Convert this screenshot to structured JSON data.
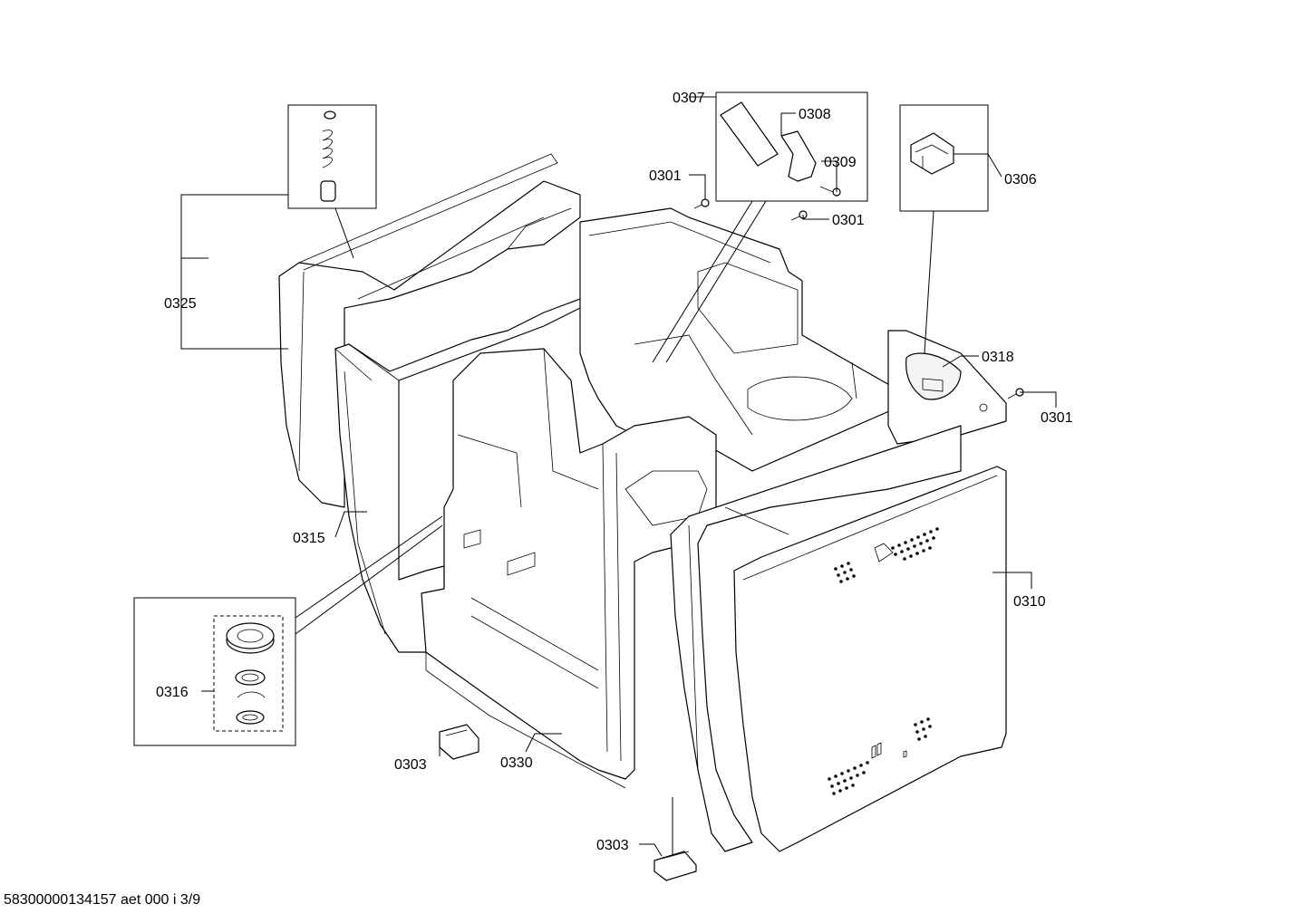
{
  "diagram": {
    "callouts": [
      {
        "id": "c0307",
        "text": "0307"
      },
      {
        "id": "c0308",
        "text": "0308"
      },
      {
        "id": "c0309",
        "text": "0309"
      },
      {
        "id": "c0301a",
        "text": "0301"
      },
      {
        "id": "c0301b",
        "text": "0301"
      },
      {
        "id": "c0301c",
        "text": "0301"
      },
      {
        "id": "c0306",
        "text": "0306"
      },
      {
        "id": "c0325",
        "text": "0325"
      },
      {
        "id": "c0318",
        "text": "0318"
      },
      {
        "id": "c0315",
        "text": "0315"
      },
      {
        "id": "c0310",
        "text": "0310"
      },
      {
        "id": "c0316",
        "text": "0316"
      },
      {
        "id": "c0303a",
        "text": "0303"
      },
      {
        "id": "c0330",
        "text": "0330"
      },
      {
        "id": "c0303b",
        "text": "0303"
      }
    ],
    "footer": "58300000134157 aet 000 i 3/9"
  }
}
